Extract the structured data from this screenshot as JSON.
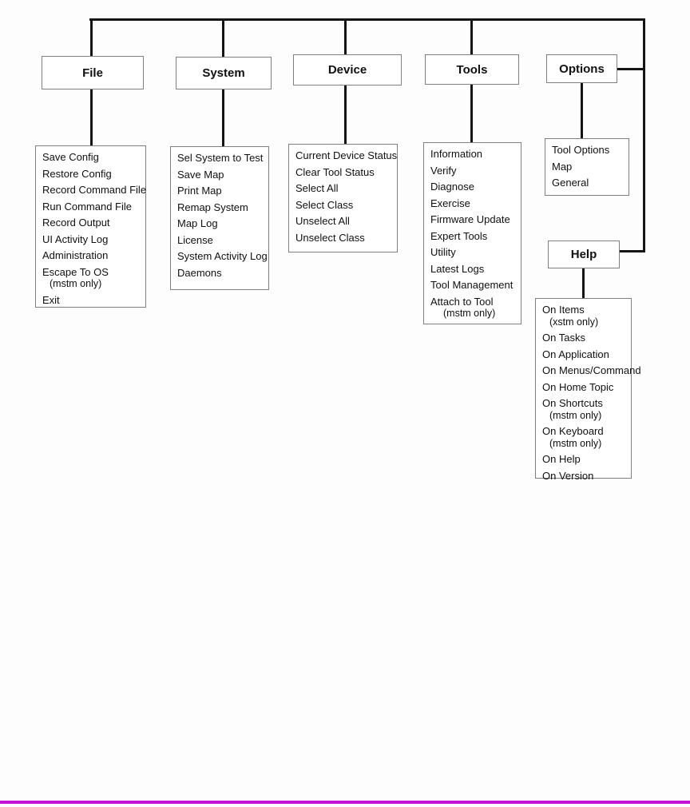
{
  "colors": {
    "line": "#141414",
    "box_border": "#7f7f7f",
    "text": "#101010",
    "background": "#fdfdfd",
    "accent_rule": "#c011d4"
  },
  "menus": [
    {
      "label": "File",
      "items": [
        {
          "label": "Save Config"
        },
        {
          "label": "Restore Config"
        },
        {
          "label": "Record Command File"
        },
        {
          "label": "Run Command File"
        },
        {
          "label": "Record Output"
        },
        {
          "label": "UI Activity Log"
        },
        {
          "label": "Administration"
        },
        {
          "label": "Escape To OS",
          "note": "(mstm only)"
        },
        {
          "label": "Exit"
        }
      ]
    },
    {
      "label": "System",
      "items": [
        {
          "label": "Sel System to Test"
        },
        {
          "label": "Save Map"
        },
        {
          "label": "Print Map"
        },
        {
          "label": "Remap System"
        },
        {
          "label": "Map Log"
        },
        {
          "label": "License"
        },
        {
          "label": "System Activity Log"
        },
        {
          "label": "Daemons"
        }
      ]
    },
    {
      "label": "Device",
      "items": [
        {
          "label": "Current Device Status"
        },
        {
          "label": "Clear Tool Status"
        },
        {
          "label": "Select All"
        },
        {
          "label": "Select Class"
        },
        {
          "label": "Unselect All"
        },
        {
          "label": "Unselect Class"
        }
      ]
    },
    {
      "label": "Tools",
      "items": [
        {
          "label": "Information"
        },
        {
          "label": "Verify"
        },
        {
          "label": "Diagnose"
        },
        {
          "label": "Exercise"
        },
        {
          "label": "Firmware Update"
        },
        {
          "label": "Expert Tools"
        },
        {
          "label": "Utility"
        },
        {
          "label": "Latest Logs"
        },
        {
          "label": "Tool Management"
        },
        {
          "label": "Attach to Tool",
          "note": "(mstm only)"
        }
      ]
    },
    {
      "label": "Options",
      "items": [
        {
          "label": "Tool Options"
        },
        {
          "label": "Map"
        },
        {
          "label": "General"
        }
      ]
    },
    {
      "label": "Help",
      "items": [
        {
          "label": "On Items",
          "note": "(xstm only)"
        },
        {
          "label": "On Tasks"
        },
        {
          "label": "On Application"
        },
        {
          "label": "On Menus/Command"
        },
        {
          "label": "On Home Topic"
        },
        {
          "label": "On Shortcuts",
          "note": "(mstm only)"
        },
        {
          "label": "On Keyboard",
          "note": "(mstm only)"
        },
        {
          "label": "On Help"
        },
        {
          "label": "On Version"
        }
      ]
    }
  ]
}
